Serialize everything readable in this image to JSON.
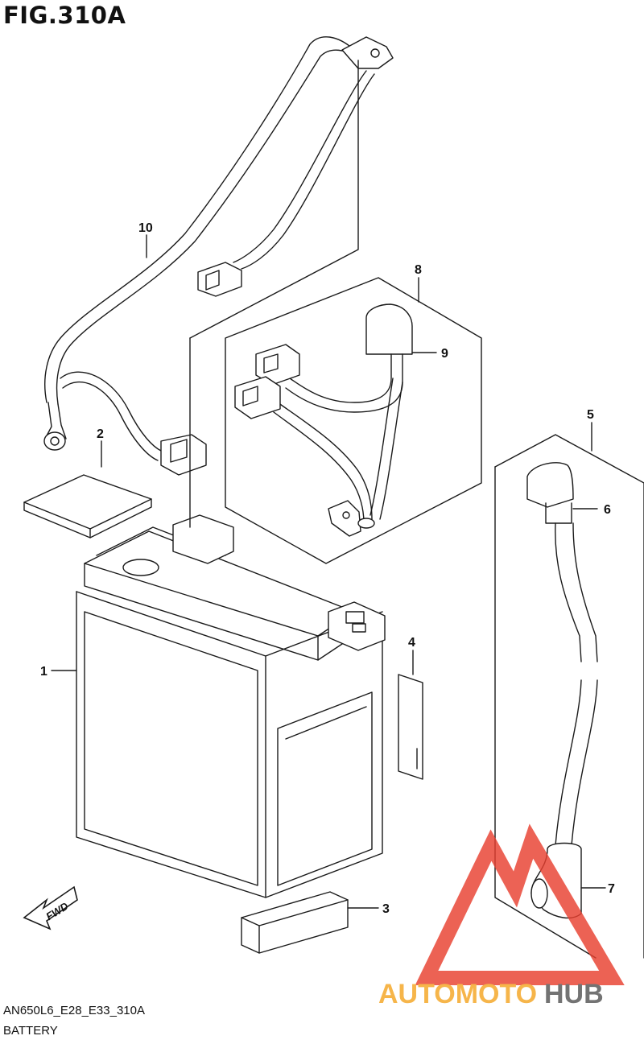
{
  "figure": {
    "title": "FIG.310A"
  },
  "footer": {
    "code": "AN650L6_E28_E33_310A",
    "caption": "BATTERY"
  },
  "callouts": [
    {
      "n": "1"
    },
    {
      "n": "2"
    },
    {
      "n": "3"
    },
    {
      "n": "4"
    },
    {
      "n": "5"
    },
    {
      "n": "6"
    },
    {
      "n": "7"
    },
    {
      "n": "8"
    },
    {
      "n": "9"
    },
    {
      "n": "10"
    }
  ],
  "direction": {
    "label": "FWD"
  },
  "watermark": {
    "part1": "AUTOMOTO",
    "part2": "HUB",
    "color1": "#f5a623",
    "color2": "#555555",
    "triangle_color": "#e8402f"
  },
  "colors": {
    "line": "#1a1a1a",
    "shade": "#e6e6e6"
  }
}
